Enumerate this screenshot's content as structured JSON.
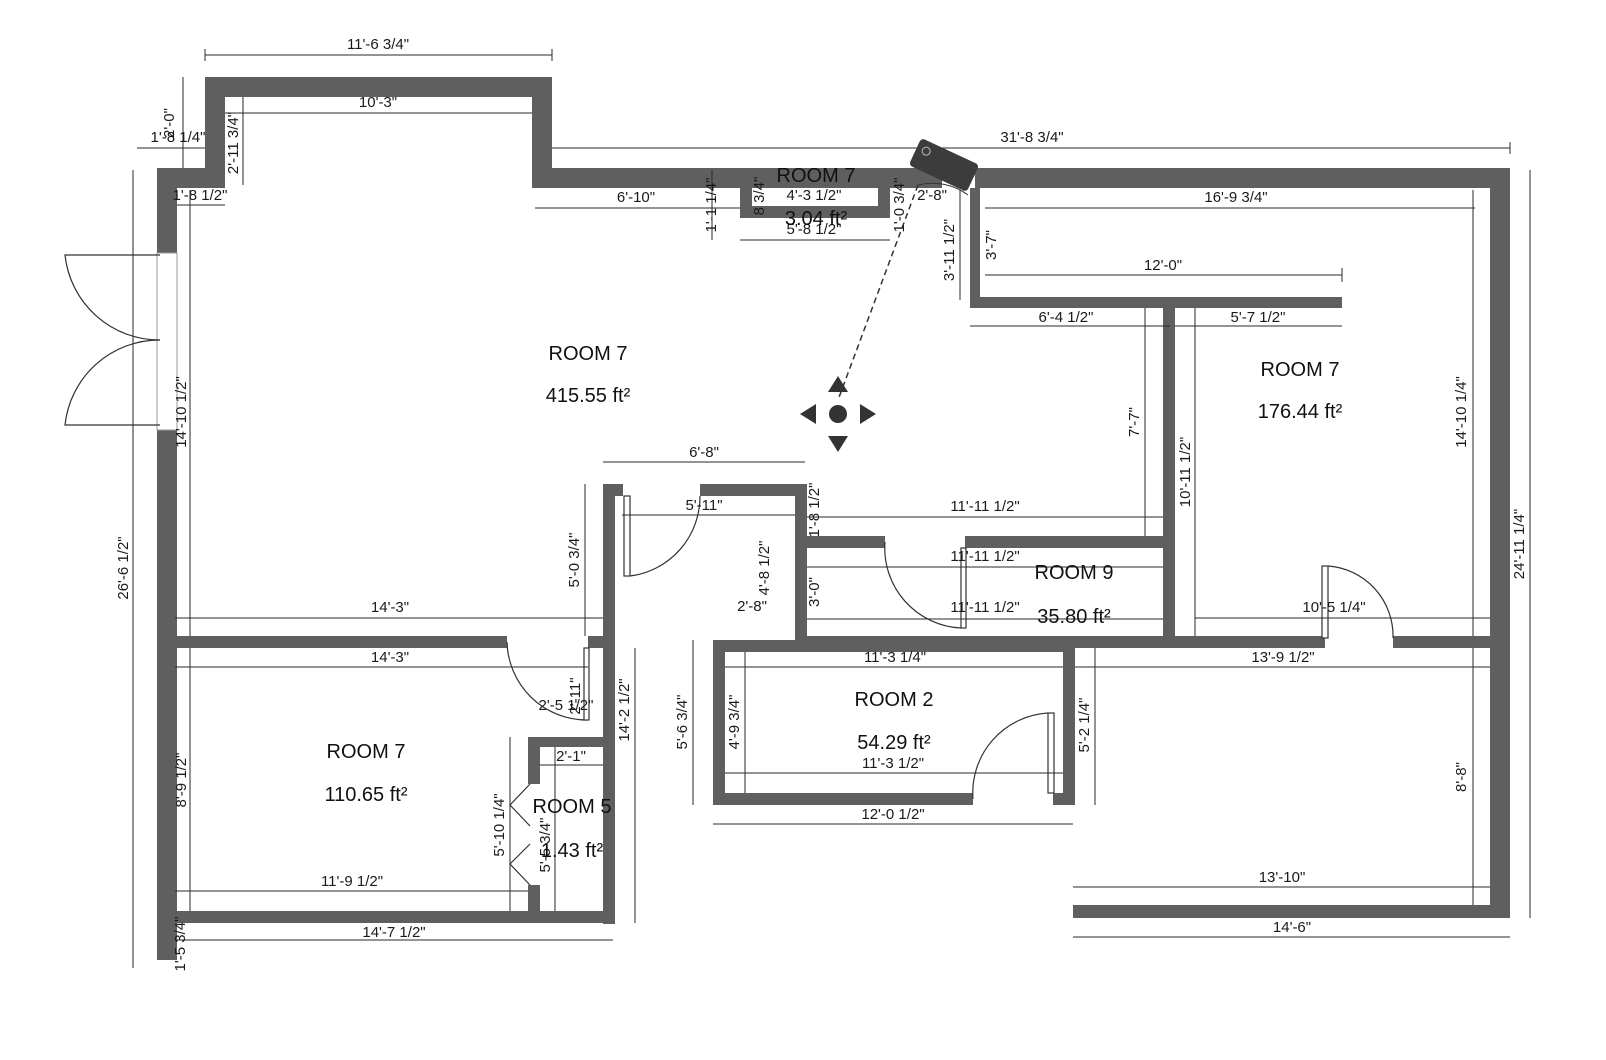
{
  "rooms": [
    {
      "name": "ROOM 7",
      "area": "415.55 ft²"
    },
    {
      "name": "ROOM 7",
      "area": "176.44 ft²"
    },
    {
      "name": "ROOM 7",
      "area": "110.65 ft²"
    },
    {
      "name": "ROOM 9",
      "area": "35.80 ft²"
    },
    {
      "name": "ROOM 2",
      "area": "54.29 ft²"
    },
    {
      "name": "ROOM 5",
      "area": "1.43 ft²"
    },
    {
      "name": "ROOM 7",
      "area": "3.04 ft²"
    }
  ],
  "dimensions": {
    "top_11_6_3_4": "11'-6 3/4\"",
    "top_10_3": "10'-3\"",
    "top_31_8_3_4": "31'-8 3/4\"",
    "d_6_10": "6'-10\"",
    "d_16_9_3_4": "16'-9 3/4\"",
    "d_12_0": "12'-0\"",
    "d_6_4_1_2": "6'-4 1/2\"",
    "d_5_7_1_2": "5'-7 1/2\"",
    "d_1_8_1_4": "1'-8 1/4\"",
    "d_1_8_1_2": "1'-8 1/2\"",
    "d_2_0": "2'-0\"",
    "d_2_11_3_4": "2'-11 3/4\"",
    "d_26_6_1_2": "26'-6 1/2\"",
    "d_14_10_1_2": "14'-10 1/2\"",
    "d_14_10_1_4": "14'-10 1/4\"",
    "d_24_11_1_4": "24'-11 1/4\"",
    "d_6_8": "6'-8\"",
    "d_5_11": "5'-11\"",
    "d_11_11_1_2_a": "11'-11 1/2\"",
    "d_11_11_1_2_b": "11'-11 1/2\"",
    "d_11_11_1_2_c": "11'-11 1/2\"",
    "d_7_7": "7'-7\"",
    "d_10_11_1_2": "10'-11 1/2\"",
    "d_5_0_3_4": "5'-0 3/4\"",
    "d_4_8_1_2": "4'-8 1/2\"",
    "d_1_8_1_2_b": "1'-8 1/2\"",
    "d_3_0": "3'-0\"",
    "d_2_8": "2'-8\"",
    "d_14_3_a": "14'-3\"",
    "d_14_3_b": "14'-3\"",
    "d_10_5_1_4": "10'-5 1/4\"",
    "d_11_3_1_4": "11'-3 1/4\"",
    "d_13_9_1_2": "13'-9 1/2\"",
    "d_2_5_1_2": "2'-5 1/2\"",
    "d_2_11": "2'-11\"",
    "d_14_2_1_2": "14'-2 1/2\"",
    "d_5_6_3_4": "5'-6 3/4\"",
    "d_4_9_3_4": "4'-9 3/4\"",
    "d_11_3_1_2": "11'-3 1/2\"",
    "d_5_2_1_4": "5'-2 1/4\"",
    "d_12_0_1_2": "12'-0 1/2\"",
    "d_8_9_1_2": "8'-9 1/2\"",
    "d_2_1": "2'-1\"",
    "d_5_10_1_4": "5'-10 1/4\"",
    "d_5_5_3_4": "5'-5 3/4\"",
    "d_11_9_1_2": "11'-9 1/2\"",
    "d_14_7_1_2": "14'-7 1/2\"",
    "d_1_5_3_4": "1'-5 3/4\"",
    "d_8_8": "8'-8\"",
    "d_13_10": "13'-10\"",
    "d_14_6": "14'-6\"",
    "d_4_3_1_2": "4'-3 1/2\"",
    "d_5_8_1_2": "5'-8 1/2\"",
    "d_8_3_4": "8 3/4\"",
    "d_1_1_1_4": "1'-1 1/4\"",
    "d_1_0_3_4": "1'-0 3/4\"",
    "d_2_8b": "2'-8\"",
    "d_3_11_1_2": "3'-11 1/2\"",
    "d_3_7": "3'-7\""
  },
  "icons": {
    "move": "move-arrows-icon",
    "camera": "camera-icon"
  }
}
